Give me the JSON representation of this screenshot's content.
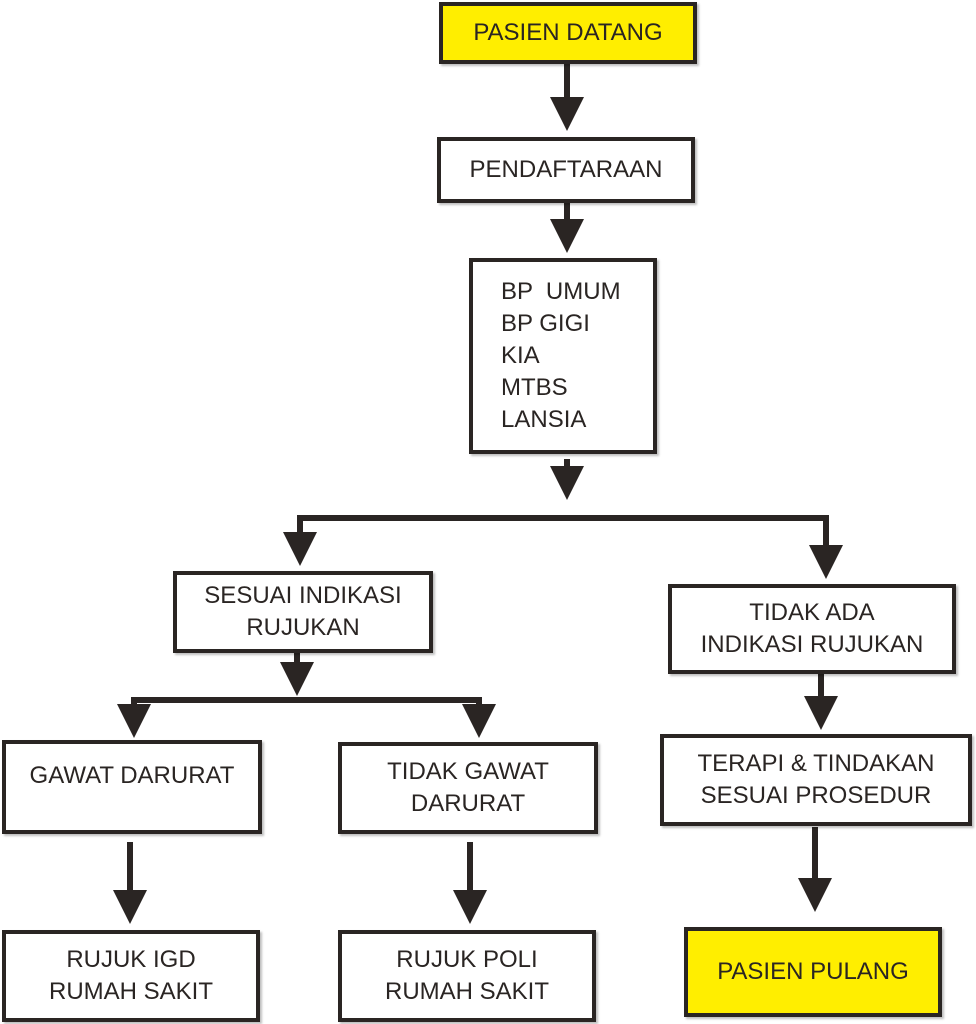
{
  "colors": {
    "line": "#2a2523",
    "start_end_fill": "#ffee00",
    "box_fill": "#ffffff"
  },
  "nodes": {
    "pasien_datang": "PASIEN DATANG",
    "pendaftaraan": "PENDAFTARAAN",
    "poli_list": [
      "BP  UMUM",
      "BP GIGI",
      "KIA",
      "MTBS",
      "LANSIA"
    ],
    "sesuai_indikasi": "SESUAI INDIKASI\nRUJUKAN",
    "tidak_ada_indikasi": "TIDAK ADA\nINDIKASI RUJUKAN",
    "gawat_darurat": "GAWAT DARURAT",
    "tidak_gawat_darurat": "TIDAK GAWAT\nDARURAT",
    "terapi": "TERAPI & TINDAKAN\nSESUAI PROSEDUR",
    "rujuk_igd": "RUJUK IGD\nRUMAH SAKIT",
    "rujuk_poli": "RUJUK POLI\nRUMAH SAKIT",
    "pasien_pulang": "PASIEN PULANG"
  }
}
